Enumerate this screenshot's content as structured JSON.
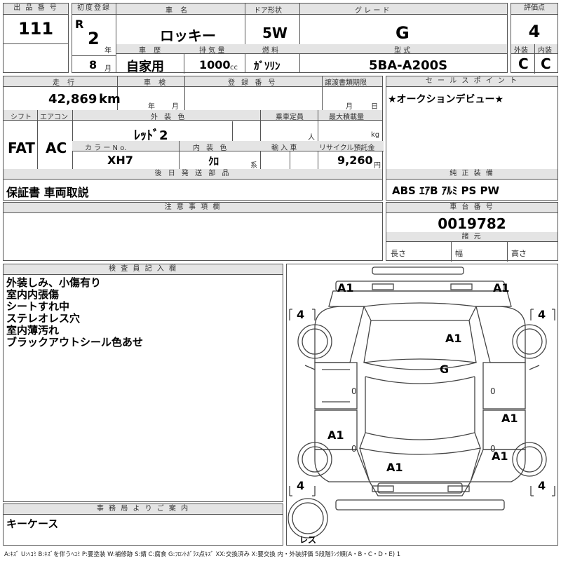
{
  "headers": {
    "lot_no": "出 品 番 号",
    "first_reg": "初度登録",
    "car_name": "車 名",
    "door": "ドア形状",
    "grade": "グ レ ー ド",
    "score": "評価点",
    "history": "車 歴",
    "displacement": "排 気 量",
    "fuel": "燃 料",
    "model": "型 式",
    "exterior": "外装",
    "interior": "内装",
    "mileage": "走 行",
    "inspection": "車 検",
    "reg_no": "登 録 番 号",
    "transfer": "譲渡書類期限",
    "sales_point": "セ ー ル ス ポ イ ン ト",
    "shift": "シフト",
    "aircon": "エアコン",
    "ext_color": "外 装 色",
    "capacity": "乗車定員",
    "max_load": "最大積載量",
    "color_no": "カ ラ ー N o.",
    "int_color": "内 装 色",
    "import": "輸 入 車",
    "recycle": "リサイクル預託金",
    "later_parts": "後 日 発 送 部 品",
    "genuine": "純 正 装 備",
    "notes": "注 意 事 項 欄",
    "chassis": "車 台 番 号",
    "specs": "諸 元",
    "inspector": "検 査 員 記 入 欄",
    "office": "事 務 局 よ り ご 案 内"
  },
  "vehicle": {
    "lot_no": "111",
    "era": "R",
    "year": "2",
    "year_unit": "年",
    "month": "8",
    "month_unit": "月",
    "car_name": "ロッキー",
    "door": "5W",
    "grade": "G",
    "score": "4",
    "history": "自家用",
    "displacement": "1000",
    "displacement_unit": "cc",
    "fuel": "ｶﾞｿﾘﾝ",
    "model": "5BA-A200S",
    "exterior_grade": "C",
    "interior_grade": "C",
    "mileage": "42,869",
    "mileage_unit": "km",
    "insp_year_unit": "年",
    "insp_month_unit": "月",
    "transfer_month_unit": "月",
    "transfer_day_unit": "日",
    "shift": "FAT",
    "aircon": "AC",
    "ext_color": "ﾚｯﾄﾞ2",
    "capacity_unit": "人",
    "load_unit": "kg",
    "color_no": "XH7",
    "int_color": "ｸﾛ",
    "int_color_suffix": "系",
    "recycle": "9,260",
    "recycle_unit": "円",
    "later_parts": "保証書 車両取説",
    "genuine": "ABS ｴｱB ｱﾙﾐ PS PW",
    "chassis": "0019782",
    "length_label": "長さ",
    "width_label": "幅",
    "height_label": "高さ",
    "sales_point": "★オークションデビュー★"
  },
  "inspector_notes": [
    "外装しみ、小傷有り",
    "室内内張傷",
    "シートすれ中",
    "ステレオレス穴",
    "室内薄汚れ",
    "ブラックアウトシール色あせ"
  ],
  "office_note": "キーケース",
  "diagram": {
    "marks": [
      "A1",
      "A1",
      "A1",
      "G",
      "A1",
      "A1",
      "A1",
      "A1"
    ],
    "tires": [
      "4",
      "4",
      "4",
      "4"
    ],
    "tire_zero": [
      "0",
      "0",
      "0",
      "0"
    ],
    "spare": "レス"
  },
  "legend": "A:ｷｽﾞ U:ﾍｺﾐ B:ｷｽﾞを伴うﾍｺﾐ P:要塗装 W:補修跡 S:錆 C:腐食 G:ﾌﾛﾝﾄｶﾞﾗｽ点ｷｽﾞ XX:交換済み X:要交換  内・外装評価 5段階ﾗﾝｸ順(A・B・C・D・E) 1"
}
